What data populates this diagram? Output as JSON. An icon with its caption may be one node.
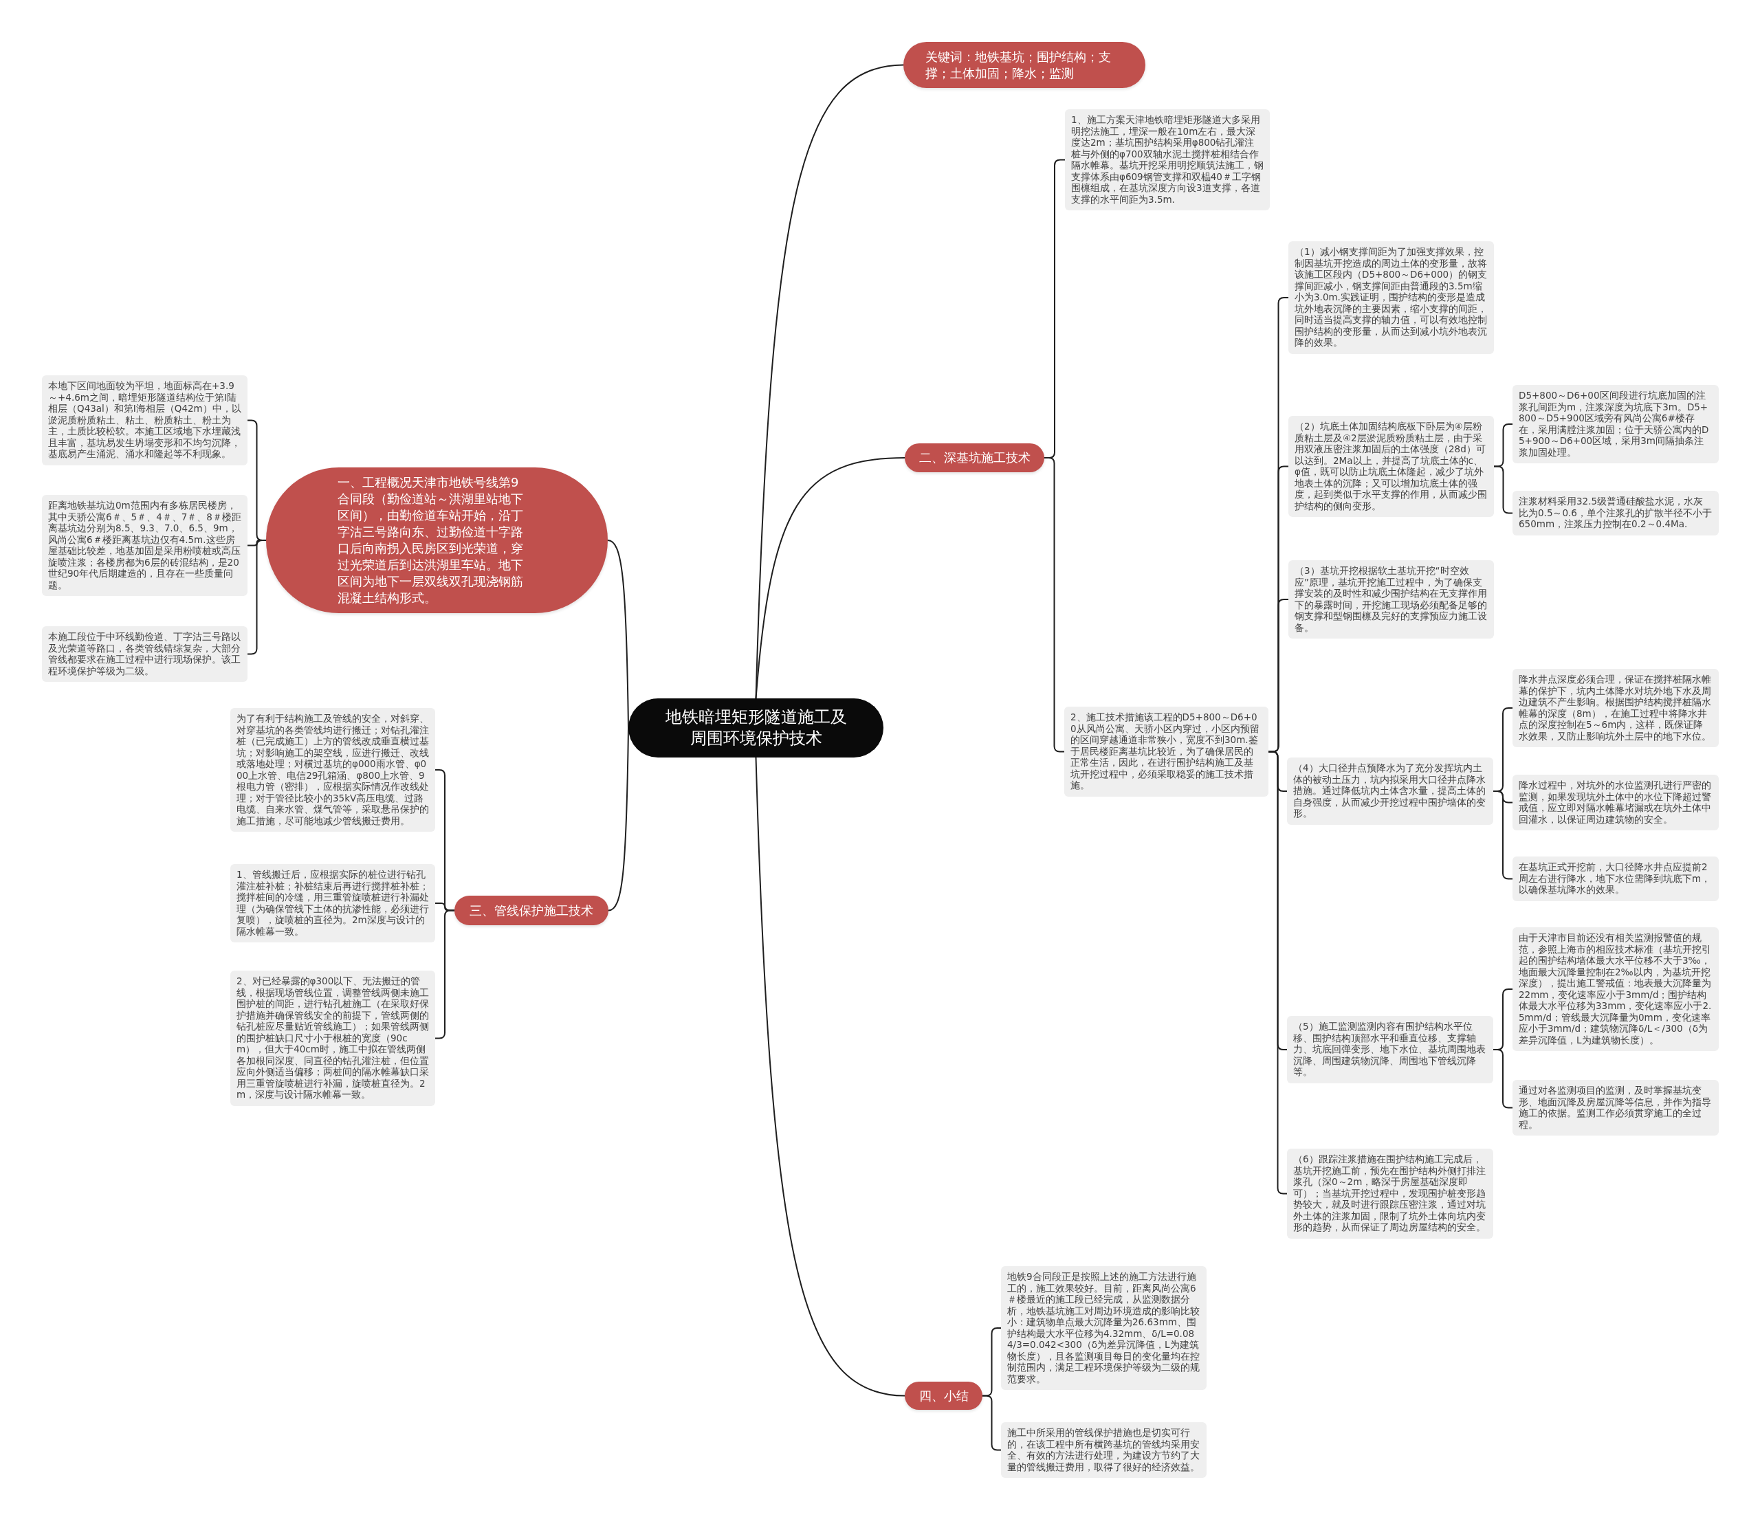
{
  "diagram": {
    "nodes": [
      {
        "text": [
          "地铁暗埋矩形隧道施工及周围环境保护技术"
        ]
      },
      {
        "text": [
          "关键词：地铁基坑；围护结构；支撑；土体加固；降水；监测"
        ]
      },
      {
        "text": [
          "二、深基坑施工技术"
        ]
      },
      {
        "text": [
          "1、施工方案天津地铁暗埋矩形隧道大多采用明挖法施工，埋深一般在10m左右，最大深度达2m；基坑围护结构采用φ800钻孔灌注桩与外侧的φ700双轴水泥土搅拌桩相结合作隔水帷幕。基坑开挖采用明挖顺筑法施工，钢支撑体系由φ609钢管支撑和双榀40＃工字钢围檩组成，在基坑深度方向设3道支撑，各道支撑的水平间距为3.5m."
        ]
      },
      {
        "text": [
          "2、施工技术措施该工程的D5+800～D6+00从风尚公寓、天骄小区内穿过，小区内预留的区间穿越通道非常狭小，宽度不到30m.鉴于居民楼距离基坑比较近，为了确保居民的正常生活，因此，在进行围护结构施工及基坑开挖过程中，必须采取稳妥的施工技术措施。"
        ]
      },
      {
        "text": [
          "（1）减小钢支撑间距为了加强支撑效果，控制因基坑开挖造成的周边土体的变形量，故将该施工区段内（D5+800～D6+000）的钢支撑间距减小，钢支撑间距由普通段的3.5m缩小为3.0m.实践证明，围护结构的变形是造成坑外地表沉降的主要因素，缩小支撑的间距，同时适当提高支撑的轴力值，可以有效地控制围护结构的变形量，从而达到减小坑外地表沉降的效果。"
        ]
      },
      {
        "text": [
          "（2）坑底土体加固结构底板下卧层为④层粉质粘土层及④2层淤泥质粉质粘土层，由于采用双液压密注浆加固后的土体强度（28d）可以达到。2Ma以上，并提高了坑底土体的c、φ值，既可以防止坑底土体隆起，减少了坑外地表土体的沉降；又可以增加坑底土体的强度，起到类似于水平支撑的作用，从而减少围护结构的侧向变形。"
        ]
      },
      {
        "text": [
          "D5+800～D6+00区间段进行坑底加固的注浆孔间距为m，注浆深度为坑底下3m。D5+800～D5+900区域旁有风尚公寓6#楼存在，采用满膛注浆加固；位于天骄公寓内的D5+900～D6+00区域，采用3m间隔抽条注浆加固处理。"
        ]
      },
      {
        "text": [
          "注浆材料采用32.5级普通硅酸盐水泥，水灰比为0.5～0.6，单个注浆孔的扩散半径不小于650mm，注浆压力控制在0.2～0.4Ma."
        ]
      },
      {
        "text": [
          "（3）基坑开挖根据软土基坑开挖“时空效应”原理，基坑开挖施工过程中，为了确保支撑安装的及时性和减少围护结构在无支撑作用下的暴露时间，开挖施工现场必须配备足够的钢支撑和型钢围檩及完好的支撑预应力施工设备。"
        ]
      },
      {
        "text": [
          "（4）大口径井点预降水为了充分发挥坑内土体的被动土压力，坑内拟采用大口径井点降水措施。通过降低坑内土体含水量，提高土体的自身强度，从而减少开挖过程中围护墙体的变形。"
        ]
      },
      {
        "text": [
          "降水井点深度必须合理，保证在搅拌桩隔水帷幕的保护下，坑内土体降水对坑外地下水及周边建筑不产生影响。根据围护结构搅拌桩隔水帷幕的深度（8m），在施工过程中将降水井点的深度控制在5～6m内，这样，既保证降水效果，又防止影响坑外土层中的地下水位。"
        ]
      },
      {
        "text": [
          "降水过程中，对坑外的水位监测孔进行严密的监测，如果发现坑外土体中的水位下降超过警戒值，应立即对隔水帷幕堵漏或在坑外土体中回灌水，以保证周边建筑物的安全。"
        ]
      },
      {
        "text": [
          "在基坑正式开挖前，大口径降水井点应提前2周左右进行降水，地下水位需降到坑底下m，以确保基坑降水的效果。"
        ]
      },
      {
        "text": [
          "（5）施工监测监测内容有围护结构水平位移、围护结构顶部水平和垂直位移、支撑轴力、坑底回弹变形、地下水位、基坑周围地表沉降、周围建筑物沉降、周围地下管线沉降等。"
        ]
      },
      {
        "text": [
          "由于天津市目前还没有相关监测报警值的规范，参照上海市的相应技术标准（基坑开挖引起的围护结构墙体最大水平位移不大于3‰，地面最大沉降量控制在2‰以内，为基坑开挖深度），提出施工警戒值：地表最大沉降量为22mm，变化速率应小于3mm/d；围护结构体最大水平位移为33mm，变化速率应小于2.5mm/d；管线最大沉降量为0mm，变化速率应小于3mm/d；建筑物沉降δ/L＜/300（δ为差异沉降值，L为建筑物长度）。"
        ]
      },
      {
        "text": [
          "通过对各监测项目的监测，及时掌握基坑变形、地面沉降及房屋沉降等信息，并作为指导施工的依据。监测工作必须贯穿施工的全过程。"
        ]
      },
      {
        "text": [
          "（6）跟踪注浆措施在围护结构施工完成后，基坑开挖施工前，预先在围护结构外侧打排注浆孔（深0～2m，略深于房屋基础深度即可）；当基坑开挖过程中，发现围护桩变形趋势较大，就及时进行跟踪压密注浆，通过对坑外土体的注浆加固，限制了坑外土体向坑内变形的趋势，从而保证了周边房屋结构的安全。"
        ]
      },
      {
        "text": [
          "四、小结"
        ]
      },
      {
        "text": [
          "地铁9合同段正是按照上述的施工方法进行施工的，施工效果较好。目前，距离风尚公寓6＃楼最近的施工段已经完成，从监测数据分析，地铁基坑施工对周边环境造成的影响比较小：建筑物单点最大沉降量为26.63mm、围护结构最大水平位移为4.32mm、δ/L=0.084/3=0.042<300（δ为差异沉降值，L为建筑物长度），且各监测项目每日的变化量均在控制范围内，满足工程环境保护等级为二级的规范要求。"
        ]
      },
      {
        "text": [
          "施工中所采用的管线保护措施也是切实可行的，在该工程中所有横跨基坑的管线均采用安全、有效的方法进行处理，为建设方节约了大量的管线搬迁费用，取得了很好的经济效益。"
        ]
      },
      {
        "text": [
          "一、工程概况天津市地铁号线第9合同段（勤俭道站～洪湖里站地下区间），由勤俭道车站开始，沿丁字沽三号路向东、过勤俭道十字路口后向南拐入民房区到光荣道，穿过光荣道后到达洪湖里车站。地下区间为地下一层双线双孔现浇钢筋混凝土结构形式。"
        ]
      },
      {
        "text": [
          "本地下区间地面较为平坦，地面标高在+3.9～+4.6m之间，暗埋矩形隧道结构位于第Ⅰ陆相层（Q43al）和第Ⅰ海相层（Q42m）中，以淤泥质粉质粘土、粘土、粉质粘土、粉土为主，土质比较松软。本施工区域地下水埋藏浅且丰富，基坑易发生坍塌变形和不均匀沉降，基底易产生涌泥、涌水和隆起等不利现象。"
        ]
      },
      {
        "text": [
          "距离地铁基坑边0m范围内有多栋居民楼房，其中天骄公寓6＃、5＃、4＃、7＃、8＃楼距离基坑边分别为8.5、9.3、7.0、6.5、9m，风尚公寓6＃楼距离基坑边仅有4.5m.这些房屋基础比较差，地基加固是采用粉喷桩或高压旋喷注浆；各楼房都为6层的砖混结构，是20世纪90年代后期建造的，且存在一些质量问题。"
        ]
      },
      {
        "text": [
          "本施工段位于中环线勤俭道、丁字沽三号路以及光荣道等路口，各类管线错综复杂，大部分管线都要求在施工过程中进行现场保护。该工程环境保护等级为二级。"
        ]
      },
      {
        "text": [
          "三、管线保护施工技术"
        ]
      },
      {
        "text": [
          "为了有利于结构施工及管线的安全，对斜穿、对穿基坑的各类管线均进行搬迁；对钻孔灌注桩（已完成施工）上方的管线改成垂直横过基坑；对影响施工的架空线，应进行搬迁、改线或落地处理；对横过基坑的φ000雨水管、φ000上水管、电信29孔箱涵、φ800上水管、9根电力管（密排），应根据实际情况作改线处理；对于管径比较小的35kV高压电缆、过路电缆、自来水管、煤气管等，采取悬吊保护的施工措施，尽可能地减少管线搬迁费用。"
        ]
      },
      {
        "text": [
          "1、管线搬迁后，应根据实际的桩位进行钻孔灌注桩补桩；补桩结束后再进行搅拌桩补桩；搅拌桩间的冷缝，用三重管旋喷桩进行补漏处理（为确保管线下土体的抗渗性能，必须进行复喷），旋喷桩的直径为。2m深度与设计的隔水帷幕一致。"
        ]
      },
      {
        "text": [
          "2、对已经暴露的φ300以下、无法搬迁的管线，根据现场管线位置，调整管线两侧未施工围护桩的间距，进行钻孔桩施工（在采取好保护措施并确保管线安全的前提下，管线两侧的钻孔桩应尽量贴近管线施工）；如果管线两侧的围护桩缺口尺寸小于根桩的宽度（90cm），但大于40cm时，施工中拟在管线两侧各加根同深度、同直径的钻孔灌注桩，但位置应向外侧适当偏移；两桩间的隔水帷幕缺口采用三重管旋喷桩进行补漏，旋喷桩直径为。2m，深度与设计隔水帷幕一致。"
        ]
      }
    ],
    "edges": [
      {
        "from": 0,
        "to": 1,
        "arrow": "none"
      },
      {
        "from": 0,
        "to": 2,
        "arrow": "none"
      },
      {
        "from": 2,
        "to": 3,
        "arrow": "none"
      },
      {
        "from": 2,
        "to": 4,
        "arrow": "none"
      },
      {
        "from": 4,
        "to": 5,
        "arrow": "none"
      },
      {
        "from": 4,
        "to": 6,
        "arrow": "none"
      },
      {
        "from": 6,
        "to": 7,
        "arrow": "none"
      },
      {
        "from": 6,
        "to": 8,
        "arrow": "none"
      },
      {
        "from": 4,
        "to": 9,
        "arrow": "none"
      },
      {
        "from": 4,
        "to": 10,
        "arrow": "none"
      },
      {
        "from": 10,
        "to": 11,
        "arrow": "none"
      },
      {
        "from": 10,
        "to": 12,
        "arrow": "none"
      },
      {
        "from": 10,
        "to": 13,
        "arrow": "none"
      },
      {
        "from": 4,
        "to": 14,
        "arrow": "none"
      },
      {
        "from": 14,
        "to": 15,
        "arrow": "none"
      },
      {
        "from": 14,
        "to": 16,
        "arrow": "none"
      },
      {
        "from": 4,
        "to": 17,
        "arrow": "none"
      },
      {
        "from": 0,
        "to": 18,
        "arrow": "none"
      },
      {
        "from": 18,
        "to": 19,
        "arrow": "none"
      },
      {
        "from": 18,
        "to": 20,
        "arrow": "none"
      },
      {
        "from": 0,
        "to": 21,
        "arrow": "none"
      },
      {
        "from": 21,
        "to": 22,
        "arrow": "none"
      },
      {
        "from": 21,
        "to": 23,
        "arrow": "none"
      },
      {
        "from": 21,
        "to": 24,
        "arrow": "none"
      },
      {
        "from": 0,
        "to": 25,
        "arrow": "none"
      },
      {
        "from": 25,
        "to": 26,
        "arrow": "none"
      },
      {
        "from": 25,
        "to": 27,
        "arrow": "none"
      },
      {
        "from": 25,
        "to": 28,
        "arrow": "none"
      }
    ]
  }
}
